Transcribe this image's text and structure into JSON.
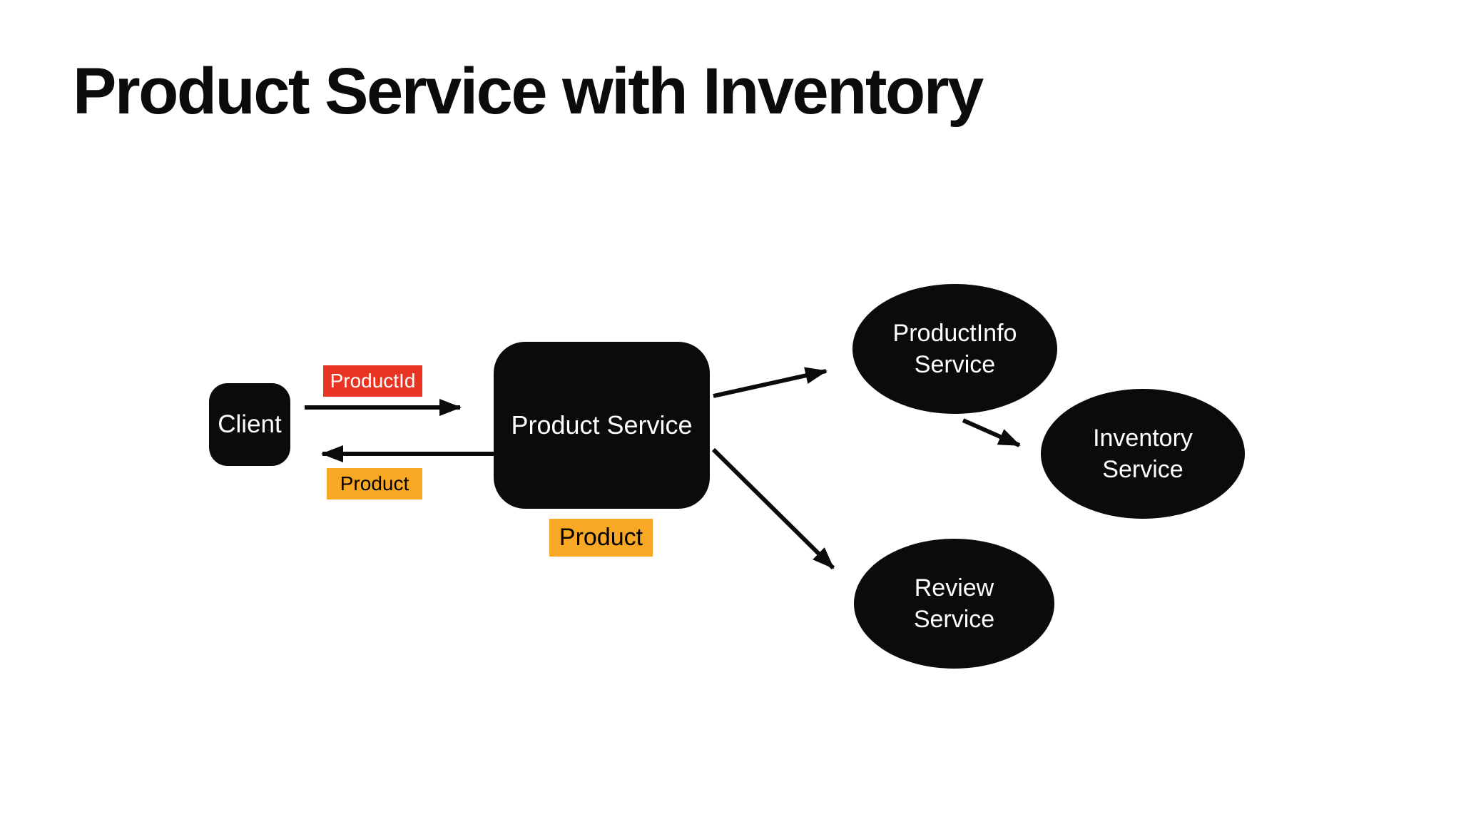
{
  "slide": {
    "title": "Product Service with Inventory"
  },
  "colors": {
    "background": "#ffffff",
    "node_fill": "#0b0b0b",
    "node_text": "#ffffff",
    "arrow": "#0b0b0b",
    "badge_red": "#e93323",
    "badge_red_text": "#ffffff",
    "badge_orange": "#f9a826",
    "badge_orange_text": "#000000"
  },
  "nodes": {
    "client": {
      "label": "Client",
      "shape": "rounded-rect"
    },
    "product_service": {
      "label": "Product Service",
      "shape": "rounded-rect"
    },
    "product_info": {
      "line1": "ProductInfo",
      "line2": "Service",
      "shape": "ellipse"
    },
    "inventory": {
      "line1": "Inventory",
      "line2": "Service",
      "shape": "ellipse"
    },
    "review": {
      "line1": "Review",
      "line2": "Service",
      "shape": "ellipse"
    }
  },
  "badges": {
    "request": {
      "label": "ProductId"
    },
    "response": {
      "label": "Product"
    },
    "output": {
      "label": "Product"
    }
  },
  "edges": [
    {
      "from": "client",
      "to": "product_service",
      "label": "ProductId"
    },
    {
      "from": "product_service",
      "to": "client",
      "label": "Product"
    },
    {
      "from": "product_service",
      "to": "product_info",
      "label": ""
    },
    {
      "from": "product_service",
      "to": "review",
      "label": ""
    },
    {
      "from": "product_info",
      "to": "inventory",
      "label": ""
    }
  ]
}
